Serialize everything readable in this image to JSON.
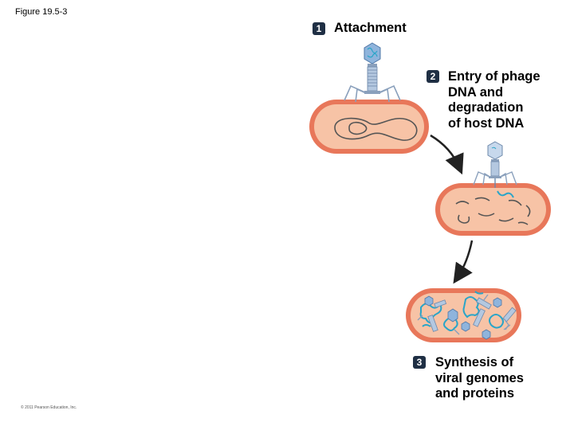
{
  "figure_label": "Figure 19.5-3",
  "copyright": "© 2011 Pearson Education, Inc.",
  "steps": [
    {
      "number": "1",
      "lines": [
        "Attachment"
      ]
    },
    {
      "number": "2",
      "lines": [
        "Entry of phage",
        "DNA and",
        "degradation",
        "of host DNA"
      ]
    },
    {
      "number": "3",
      "lines": [
        "Synthesis of",
        "viral genomes",
        "and proteins"
      ]
    }
  ],
  "colors": {
    "cell_wall": "#e8775a",
    "cell_interior": "#f7c3a6",
    "phage_head": "#8fb4dc",
    "phage_tail": "#b4c8e0",
    "host_dna": "#555555",
    "phage_dna": "#2aa5c8",
    "badge": "#1f2f44",
    "arrow": "#222222"
  }
}
